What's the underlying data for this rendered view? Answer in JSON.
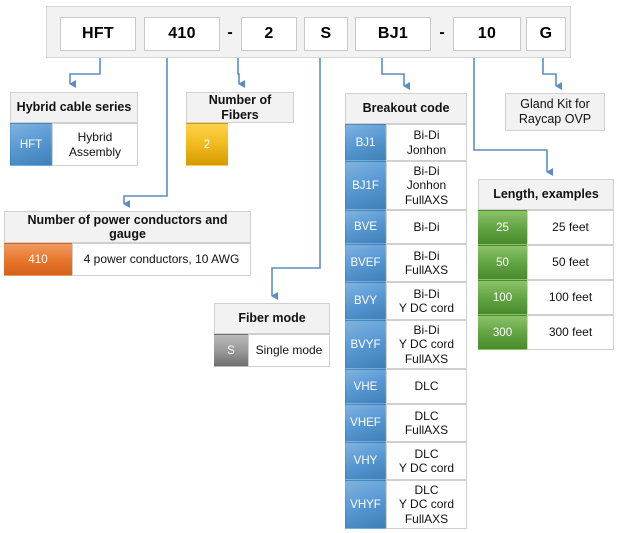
{
  "part_number": {
    "segments": [
      {
        "label": "HFT"
      },
      {
        "label": "410"
      },
      {
        "label": "-"
      },
      {
        "label": "2"
      },
      {
        "label": "S"
      },
      {
        "label": "BJ1"
      },
      {
        "label": "-"
      },
      {
        "label": "10"
      },
      {
        "label": "G"
      }
    ]
  },
  "hybrid_cable_series": {
    "title": "Hybrid cable series",
    "rows": [
      {
        "code": "HFT",
        "desc": "Hybrid\nAssembly"
      }
    ]
  },
  "number_of_fibers": {
    "title": "Number of Fibers",
    "rows": [
      {
        "code": "2",
        "desc": ""
      }
    ]
  },
  "power_conductors": {
    "title": "Number of power conductors and gauge",
    "rows": [
      {
        "code": "410",
        "desc": "4 power conductors, 10 AWG"
      }
    ]
  },
  "fiber_mode": {
    "title": "Fiber mode",
    "rows": [
      {
        "code": "S",
        "desc": "Single mode"
      }
    ]
  },
  "breakout_code": {
    "title": "Breakout code",
    "rows": [
      {
        "code": "BJ1",
        "desc": "Bi-Di\nJonhon"
      },
      {
        "code": "BJ1F",
        "desc": "Bi-Di\nJonhon\nFullAXS"
      },
      {
        "code": "BVE",
        "desc": "Bi-Di"
      },
      {
        "code": "BVEF",
        "desc": "Bi-Di\nFullAXS"
      },
      {
        "code": "BVY",
        "desc": "Bi-Di\nY DC cord"
      },
      {
        "code": "BVYF",
        "desc": "Bi-Di\nY DC cord\nFullAXS"
      },
      {
        "code": "VHE",
        "desc": "DLC"
      },
      {
        "code": "VHEF",
        "desc": "DLC\nFullAXS"
      },
      {
        "code": "VHY",
        "desc": "DLC\nY DC cord"
      },
      {
        "code": "VHYF",
        "desc": "DLC\nY DC cord\nFullAXS"
      }
    ]
  },
  "gland_kit": {
    "title": "Gland Kit for\nRaycap OVP"
  },
  "length_examples": {
    "title": "Length, examples",
    "rows": [
      {
        "code": "25",
        "desc": "25 feet"
      },
      {
        "code": "50",
        "desc": "50 feet"
      },
      {
        "code": "100",
        "desc": "100 feet"
      },
      {
        "code": "300",
        "desc": "300 feet"
      }
    ]
  },
  "colors": {
    "connector": "#5b8dc4",
    "blue": "#5b9bd5",
    "yellow": "#f5c026",
    "orange": "#e8752a",
    "gray": "#9a9a9a",
    "green": "#63a544",
    "header_bg": "#f2f2f2",
    "border": "#d0d0d0"
  }
}
